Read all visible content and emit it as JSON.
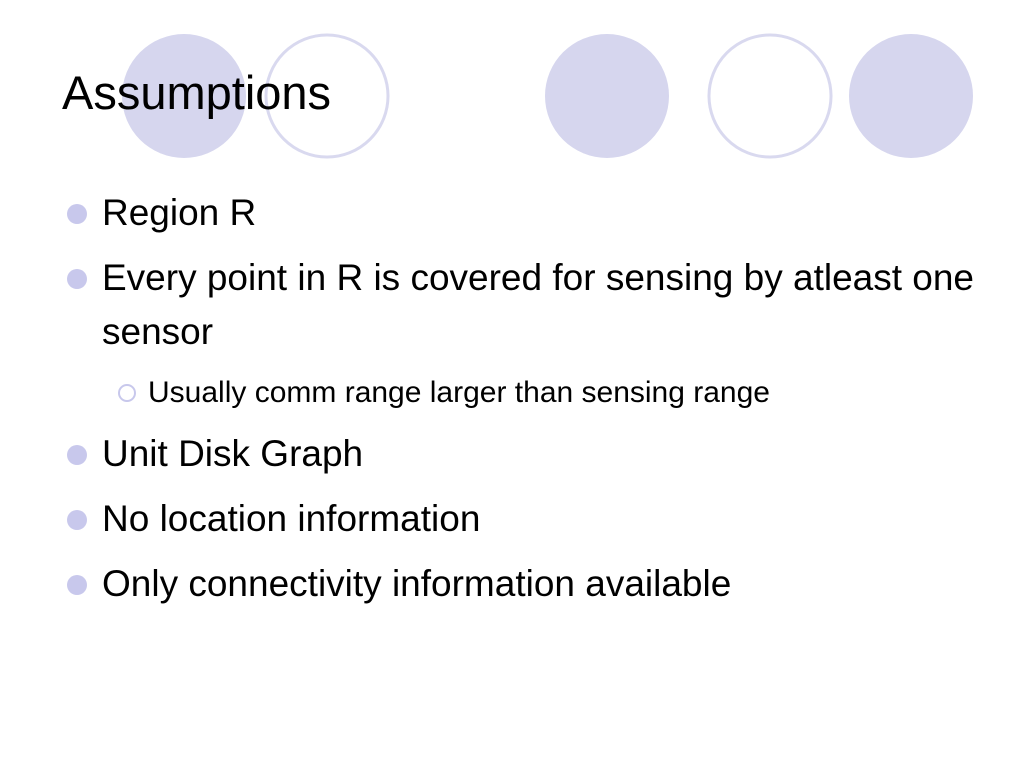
{
  "slide": {
    "title": "Assumptions",
    "accent_color": "#d6d6ee",
    "ring_color": "#d9d9ef"
  },
  "bullets": [
    {
      "text": "Region R"
    },
    {
      "text": "Every point in R is covered for sensing by atleast one sensor"
    },
    {
      "text": "Usually comm range larger than sensing range",
      "level": 2
    },
    {
      "text": "Unit Disk Graph"
    },
    {
      "text": "No location information"
    },
    {
      "text": "Only connectivity information available"
    }
  ]
}
